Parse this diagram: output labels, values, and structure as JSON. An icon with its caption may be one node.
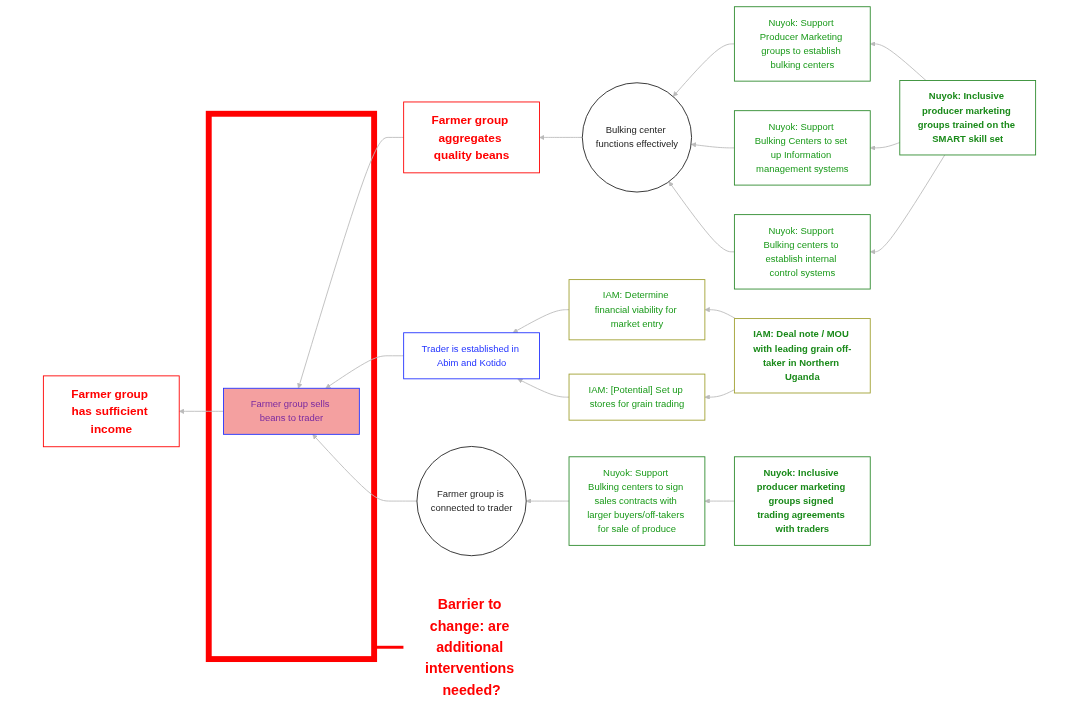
{
  "diagram": {
    "nodes": [
      {
        "text": [
          "Nuyok: Inclusive producer marketing groups trained on the SMART skill set"
        ]
      },
      {
        "text": [
          "Nuyok: Support Bulking Centers to set up Information management systems"
        ]
      },
      {
        "text": [
          "Nuyok: Support Producer Marketing groups to establish bulking centers"
        ]
      },
      {
        "text": [
          "Nuyok: Support Bulking centers to establish internal control systems"
        ]
      },
      {
        "text": [
          "Farmer group has sufficient income"
        ]
      },
      {
        "text": [
          "Bulking center functions effectively"
        ]
      },
      {
        "text": [
          "Farmer group aggregates quality beans"
        ]
      },
      {
        "text": [],
        "shape": "box"
      },
      {
        "text": [
          "Farmer group sells beans to trader"
        ],
        "in": 7
      },
      {
        "text": [
          "Trader is established in Abim and Kotido"
        ]
      },
      {
        "text": [
          "IAM: Deal note / MOU with leading grain off-taker in Northern Uganda"
        ]
      },
      {
        "text": [
          "IAM: Determine financial viability for market entry"
        ]
      },
      {
        "text": [
          "IAM: [Potential] Set up stores for grain trading"
        ]
      },
      {
        "text": [
          "Farmer group is connected to trader"
        ]
      },
      {
        "text": [
          "Nuyok: Support Bulking centers to sign sales contracts with larger buyers/off-takers for sale of produce"
        ]
      },
      {
        "text": [
          "Nuyok: Inclusive producer marketing groups signed trading agreements with traders"
        ]
      },
      {
        "text": [
          "Barrier to change: are additional interventions needed?"
        ]
      }
    ],
    "edges": [
      {
        "from": 0,
        "to": 2,
        "arrow": "to"
      },
      {
        "from": 0,
        "to": 1,
        "arrow": "to"
      },
      {
        "from": 0,
        "to": 3,
        "arrow": "to"
      },
      {
        "from": 2,
        "to": 5,
        "arrow": "to"
      },
      {
        "from": 1,
        "to": 5,
        "arrow": "to"
      },
      {
        "from": 3,
        "to": 5,
        "arrow": "to"
      },
      {
        "from": 8,
        "to": 4,
        "arrow": "to"
      },
      {
        "from": 5,
        "to": 6,
        "arrow": "to"
      },
      {
        "from": 6,
        "to": 8,
        "arrow": "to"
      },
      {
        "from": 9,
        "to": 8,
        "arrow": "to"
      },
      {
        "from": 11,
        "to": 9,
        "arrow": "to"
      },
      {
        "from": 12,
        "to": 9,
        "arrow": "to"
      },
      {
        "from": 10,
        "to": 11,
        "arrow": "to"
      },
      {
        "from": 10,
        "to": 12,
        "arrow": "to"
      },
      {
        "from": 13,
        "to": 8,
        "arrow": "to"
      },
      {
        "from": 14,
        "to": 13,
        "arrow": "to"
      },
      {
        "from": 15,
        "to": 14,
        "arrow": "to"
      },
      {
        "from": 16,
        "to": 7,
        "arrow": "none",
        "style": "thick",
        "color": "#ff0000"
      }
    ]
  }
}
